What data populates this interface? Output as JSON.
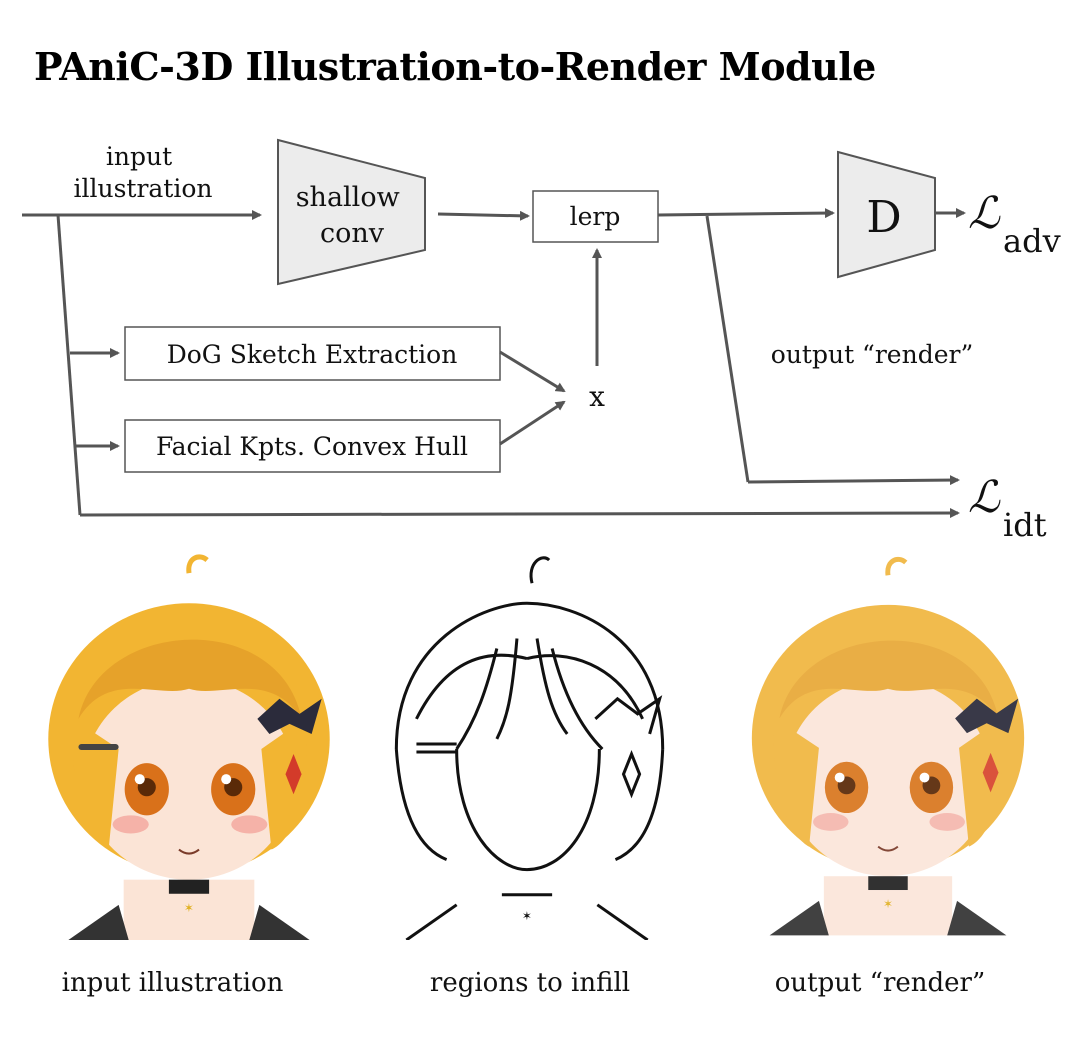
{
  "title": "PAniC-3D Illustration-to-Render Module",
  "diagram": {
    "input_label": [
      "input",
      "illustration"
    ],
    "shallow_conv": [
      "shallow",
      "conv"
    ],
    "lerp": "lerp",
    "dog": "DoG Sketch Extraction",
    "hull": "Facial Kpts. Convex Hull",
    "mult": "x",
    "disc": "D",
    "output_render": "output “render”",
    "loss_symbol": "ℒ",
    "loss_adv": "adv",
    "loss_idt": "idt"
  },
  "captions": {
    "input": "input illustration",
    "regions": "regions to infill",
    "output": "output “render”"
  },
  "colors": {
    "arrow": "#555555",
    "block_fill": "#ececec",
    "hair": "#f2b532",
    "hair_dark": "#e08f1c",
    "skin": "#fbe4d6",
    "eye": "#d9711a",
    "choker": "#222222"
  }
}
